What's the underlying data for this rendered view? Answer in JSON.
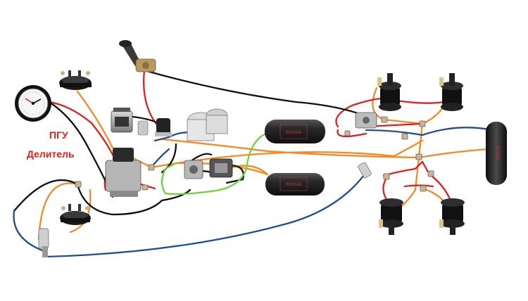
{
  "labels": {
    "pgu": "ПГУ",
    "divider": "Делитель"
  },
  "components": {
    "gauge": "pressure-gauge",
    "hand_crane": "parking-brake-hand-valve",
    "compressor": "air-compressor",
    "dryer": "air-dryer",
    "protection_valve": "four-circuit-protection-valve",
    "receivers": [
      "front-left-receiver",
      "front-right-receiver",
      "rear-receiver"
    ],
    "front_brake_chambers": 2,
    "rear_spring_brake_chambers": 4
  },
  "colors": {
    "red_line": "#e0201c",
    "black_line": "#111111",
    "orange_line": "#f28a28",
    "blue_line": "#1f4f8a",
    "green_line": "#6cd23a",
    "label_red": "#e0201c",
    "receiver_body": "#1a1a1a"
  }
}
